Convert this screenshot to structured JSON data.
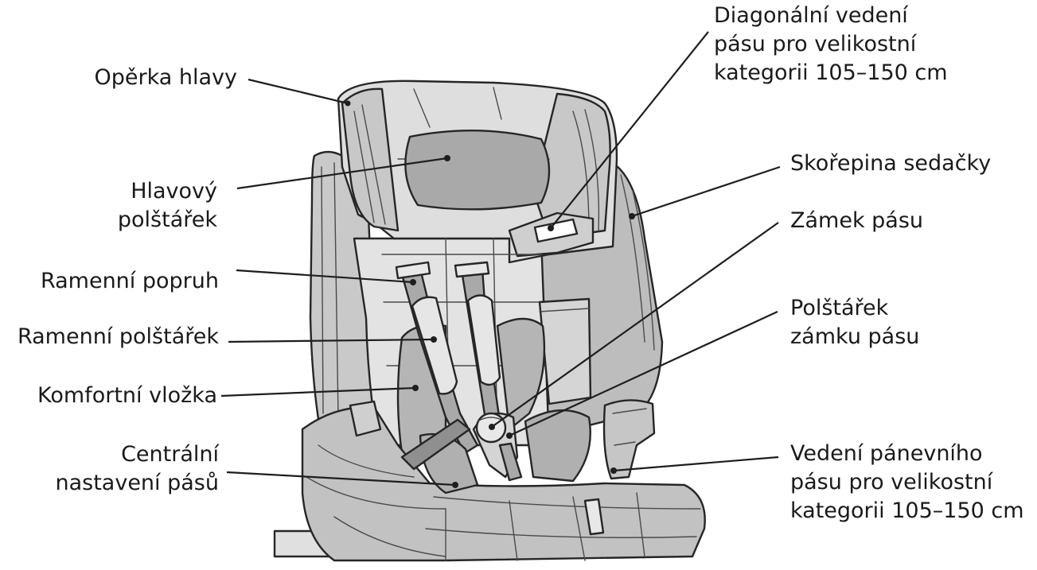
{
  "labels": {
    "head_rest": "Opěrka hlavy",
    "head_cushion_1": "Hlavový",
    "head_cushion_2": "polštářek",
    "shoulder_strap": "Ramenní popruh",
    "shoulder_pad": "Ramenní polštářek",
    "comfort_insert": "Komfortní vložka",
    "central_adjust_1": "Centrální",
    "central_adjust_2": "nastavení pásů",
    "diagonal_guide_1": "Diagonální vedení",
    "diagonal_guide_2": "pásu pro velikostní",
    "diagonal_guide_3": "kategorii 105–150 cm",
    "shell": "Skořepina sedačky",
    "buckle": "Zámek pásu",
    "buckle_pad_1": "Polštářek",
    "buckle_pad_2": "zámku pásu",
    "lap_guide_1": "Vedení pánevního",
    "lap_guide_2": "pásu pro velikostní",
    "lap_guide_3": "kategorii 105–150 cm"
  },
  "colors": {
    "seat_light": "#dcdcdc",
    "seat_mid": "#c4c4c4",
    "seat_dark": "#a9a9a9",
    "outline": "#262626"
  }
}
